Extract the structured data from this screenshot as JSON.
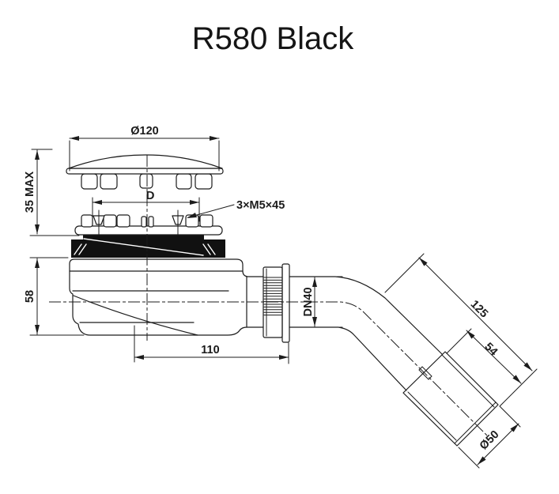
{
  "title": "R580 Black",
  "dimensions": {
    "cover_diameter": "Ø120",
    "max_height": "35 MAX",
    "pitch_label": "D",
    "screw_spec": "3×M5×45",
    "trap_height": "58",
    "body_length": "110",
    "outlet_size": "DN40",
    "outlet_length": "125",
    "tail_length": "54",
    "tail_diameter": "Ø50"
  }
}
